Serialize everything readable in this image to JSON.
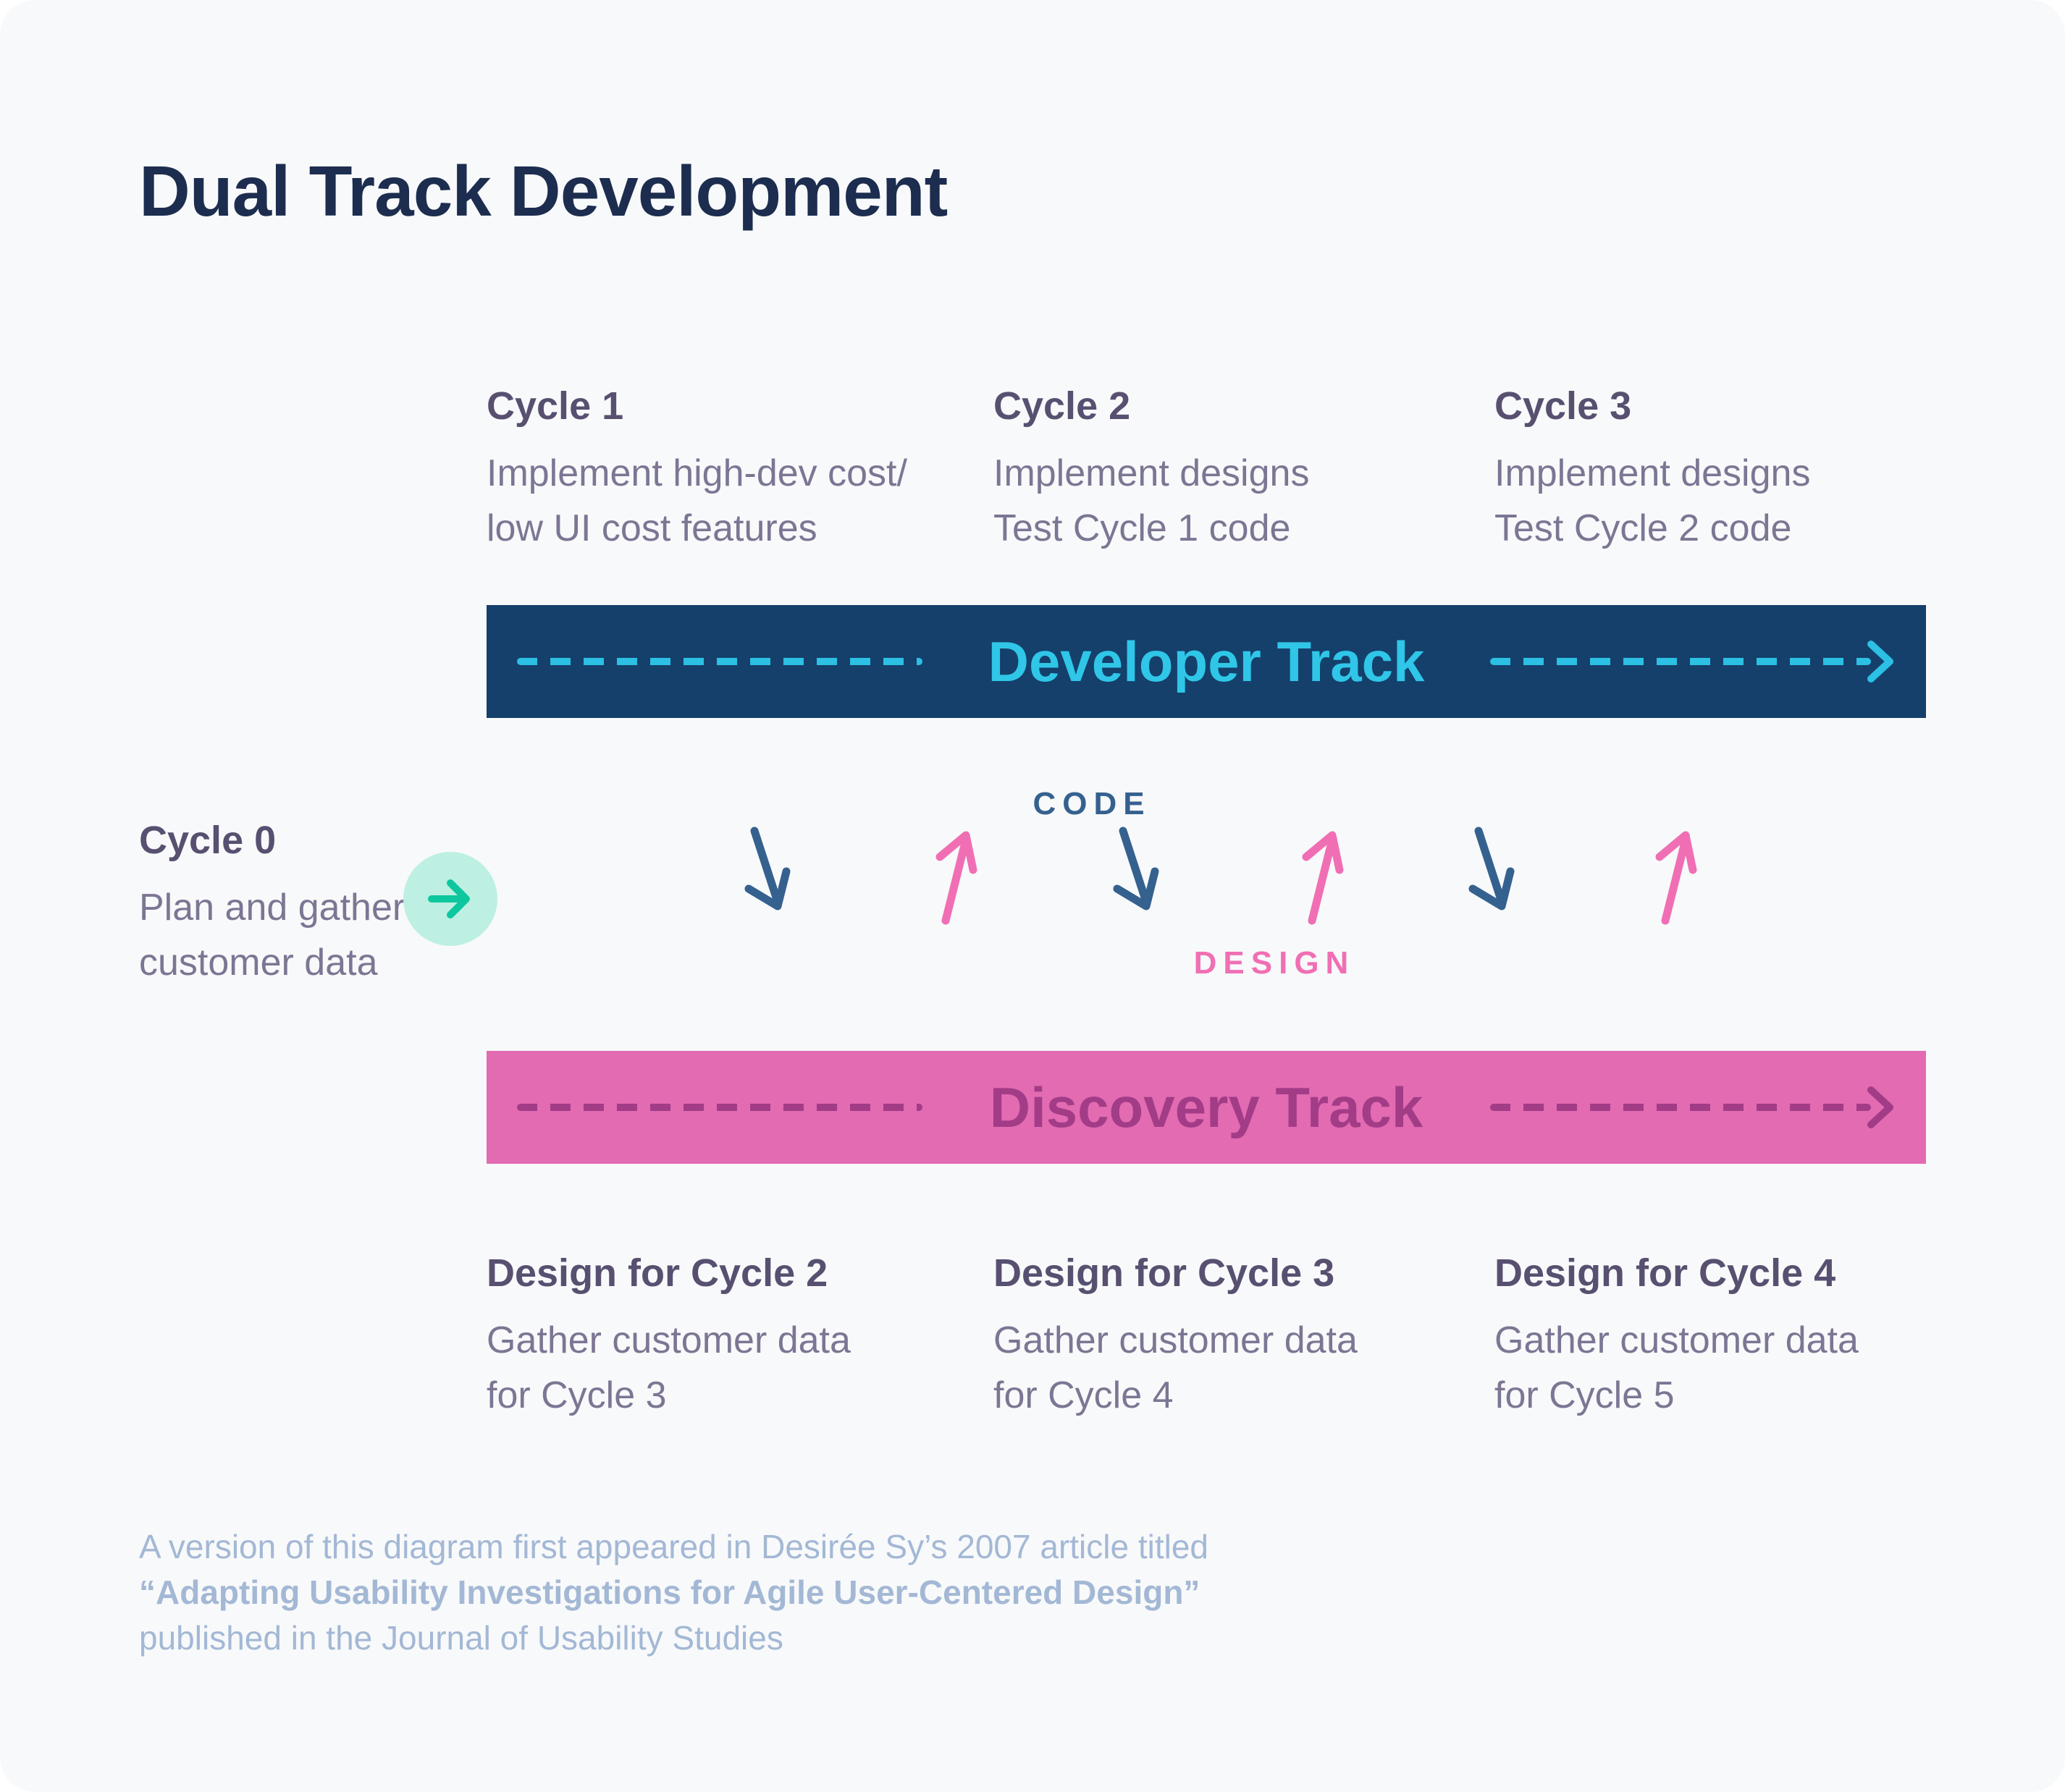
{
  "title": "Dual Track Development",
  "colors": {
    "card_background": "#F8F9FA",
    "title_navy": "#1C2D4F",
    "heading_purple_gray": "#575070",
    "body_purple_gray": "#7C7694",
    "developer_bar_navy": "#14406B",
    "developer_accent_cyan": "#2FC6E8",
    "discovery_bar_pink": "#E26BB2",
    "discovery_accent_magenta": "#A23C87",
    "code_arrow_navy": "#35618F",
    "design_arrow_pink": "#F06FB4",
    "badge_circle_mint": "#BDF0E2",
    "badge_arrow_teal": "#0EC79E",
    "footer_blue_gray": "#A3B8D5"
  },
  "top_cycles": [
    {
      "heading": "Cycle 1",
      "lines": [
        "Implement high-dev cost/",
        "low UI cost features"
      ]
    },
    {
      "heading": "Cycle 2",
      "lines": [
        "Implement designs",
        "Test Cycle 1 code"
      ]
    },
    {
      "heading": "Cycle 3",
      "lines": [
        "Implement designs",
        "Test Cycle 2 code"
      ]
    }
  ],
  "cycle0": {
    "heading": "Cycle 0",
    "lines": [
      "Plan and gather",
      "customer data"
    ]
  },
  "tracks": {
    "developer": {
      "label": "Developer Track"
    },
    "discovery": {
      "label": "Discovery Track"
    }
  },
  "middle_labels": {
    "code": "CODE",
    "design": "DESIGN"
  },
  "bottom_cycles": [
    {
      "heading": "Design for Cycle 2",
      "lines": [
        "Gather customer data",
        "for Cycle 3"
      ]
    },
    {
      "heading": "Design for Cycle 3",
      "lines": [
        "Gather customer data",
        "for Cycle 4"
      ]
    },
    {
      "heading": "Design for Cycle 4",
      "lines": [
        "Gather customer data",
        "for Cycle 5"
      ]
    }
  ],
  "footer": {
    "line1": "A version of this diagram first appeared in Desirée Sy’s 2007 article titled",
    "line2": "“Adapting Usability Investigations for Agile User-Centered Design”",
    "line3": "published in the Journal of Usability Studies"
  }
}
